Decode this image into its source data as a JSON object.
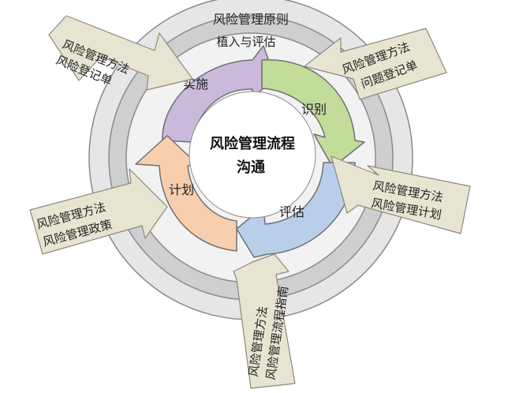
{
  "colors": {
    "outer_ring": "#e6e6e6",
    "middle_ring": "#cfcfcf",
    "inner_ring": "#f2f2f2",
    "ring_stroke": "#8a8a8a",
    "callout_fill": "#e7e4d2",
    "callout_stroke": "#8c8a7c",
    "arrow_stroke": "#707070",
    "implement": "#cbb9dc",
    "identify": "#c2dc9a",
    "assess": "#b9cfe9",
    "plan": "#f7cfae"
  },
  "rings": {
    "outer": "风险管理原则",
    "middle": "植入与评估"
  },
  "center": {
    "line1": "风险管理流程",
    "line2": "沟通"
  },
  "stages": {
    "implement": "实施",
    "identify": "识别",
    "assess": "评估",
    "plan": "计划"
  },
  "callouts": {
    "top_left": {
      "line1": "风险管理方法",
      "line2": "风险登记单"
    },
    "top_right": {
      "line1": "风险管理方法",
      "line2": "问题登记单"
    },
    "right": {
      "line1": "风险管理方法",
      "line2": "风险管理计划"
    },
    "left": {
      "line1": "风险管理方法",
      "line2": "风险管理政策"
    },
    "bottom": {
      "line1": "风险管理方法",
      "line2": "风险管理流程指南"
    }
  }
}
